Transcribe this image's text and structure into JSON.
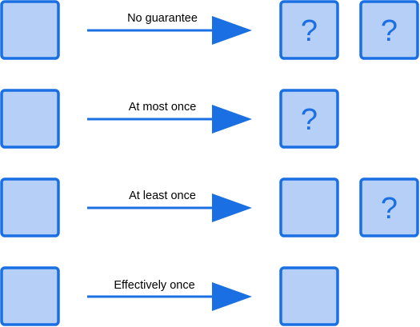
{
  "colors": {
    "box_fill": "#b5cff7",
    "box_stroke": "#1a6fe3",
    "arrow": "#1a6fe3"
  },
  "rows": [
    {
      "label": "No guarantee",
      "received": [
        {
          "mark": "?"
        },
        {
          "mark": "?"
        }
      ]
    },
    {
      "label": "At most once",
      "received": [
        {
          "mark": "?"
        }
      ]
    },
    {
      "label": "At least once",
      "received": [
        {
          "mark": ""
        },
        {
          "mark": "?"
        }
      ]
    },
    {
      "label": "Effectively once",
      "received": [
        {
          "mark": ""
        }
      ]
    }
  ]
}
